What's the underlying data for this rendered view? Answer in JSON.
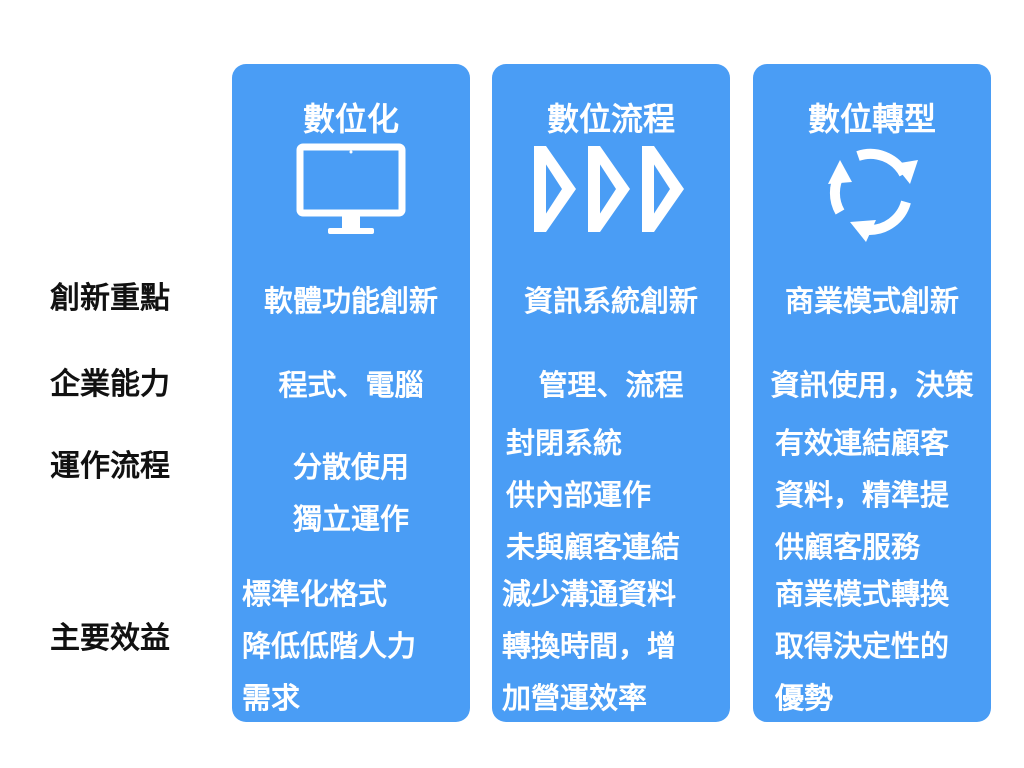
{
  "row_labels": [
    "創新重點",
    "企業能力",
    "運作流程",
    "主要效益"
  ],
  "columns": [
    {
      "title": "數位化",
      "icon": "monitor-icon",
      "innovation": "軟體功能創新",
      "capability": "程式、電腦",
      "operation": [
        "分散使用",
        "獨立運作"
      ],
      "benefit": [
        "標準化格式",
        "降低低階人力",
        "需求"
      ]
    },
    {
      "title": "數位流程",
      "icon": "chevron-arrows-icon",
      "innovation": "資訊系統創新",
      "capability": "管理、流程",
      "operation": [
        "封閉系統",
        "供內部運作",
        "未與顧客連結"
      ],
      "benefit": [
        "減少溝通資料",
        "轉換時間，增",
        "加營運效率"
      ]
    },
    {
      "title": "數位轉型",
      "icon": "cycle-arrows-icon",
      "innovation": "商業模式創新",
      "capability": "資訊使用，決策",
      "operation": [
        "有效連結顧客",
        "資料，精準提",
        "供顧客服務"
      ],
      "benefit": [
        "商業模式轉換",
        "取得決定性的",
        "優勢"
      ]
    }
  ],
  "colors": {
    "column_fill": "#4a9df5",
    "column_text": "#ffffff",
    "label_text": "#111111"
  }
}
